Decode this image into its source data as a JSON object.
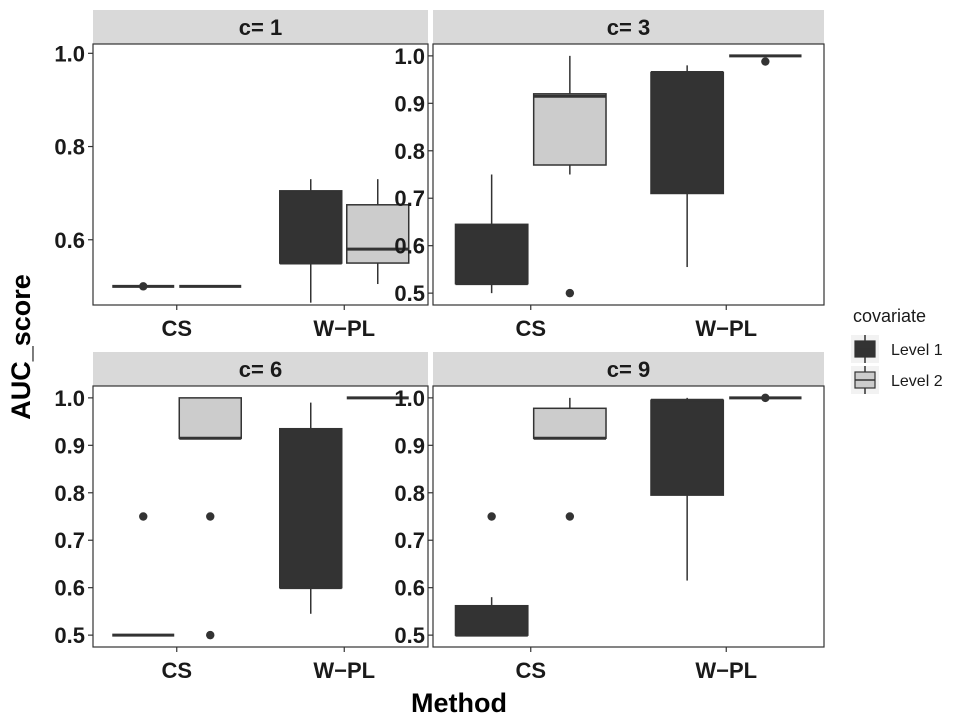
{
  "colors": {
    "level1_fill": "#333333",
    "level2_fill": "#cccccc",
    "strip_bg": "#d9d9d9",
    "line": "#333333",
    "panel_border": "#333333"
  },
  "chart_data": {
    "type": "boxplot",
    "xlabel": "Method",
    "ylabel": "AUC_score",
    "categories": [
      "CS",
      "W−PL"
    ],
    "legend": {
      "title": "covariate",
      "position": "right",
      "entries": [
        "Level 1",
        "Level 2"
      ]
    },
    "grid": false,
    "panels": [
      {
        "label": "c= 1",
        "ylim": [
          0.46,
          1.02
        ],
        "yticks": [
          "0.6",
          "0.8",
          "1.0"
        ],
        "ytick_values": [
          0.6,
          0.8,
          1.0
        ],
        "boxes": [
          {
            "category": "CS",
            "group": "Level 1",
            "lower_whisker": 0.5,
            "q1": 0.5,
            "median": 0.5,
            "q3": 0.5,
            "upper_whisker": 0.5,
            "outliers": [
              0.5
            ]
          },
          {
            "category": "CS",
            "group": "Level 2",
            "lower_whisker": 0.5,
            "q1": 0.5,
            "median": 0.5,
            "q3": 0.5,
            "upper_whisker": 0.5,
            "outliers": []
          },
          {
            "category": "W−PL",
            "group": "Level 1",
            "lower_whisker": 0.465,
            "q1": 0.55,
            "median": 0.55,
            "q3": 0.705,
            "upper_whisker": 0.73,
            "outliers": []
          },
          {
            "category": "W−PL",
            "group": "Level 2",
            "lower_whisker": 0.505,
            "q1": 0.55,
            "median": 0.58,
            "q3": 0.675,
            "upper_whisker": 0.73,
            "outliers": []
          }
        ]
      },
      {
        "label": "c= 3",
        "ylim": [
          0.475,
          1.025
        ],
        "yticks": [
          "0.5",
          "0.6",
          "0.7",
          "0.8",
          "0.9",
          "1.0"
        ],
        "ytick_values": [
          0.5,
          0.6,
          0.7,
          0.8,
          0.9,
          1.0
        ],
        "boxes": [
          {
            "category": "CS",
            "group": "Level 1",
            "lower_whisker": 0.5,
            "q1": 0.52,
            "median": 0.52,
            "q3": 0.645,
            "upper_whisker": 0.75,
            "outliers": []
          },
          {
            "category": "CS",
            "group": "Level 2",
            "lower_whisker": 0.75,
            "q1": 0.77,
            "median": 0.915,
            "q3": 0.92,
            "upper_whisker": 1.0,
            "outliers": [
              0.5
            ]
          },
          {
            "category": "W−PL",
            "group": "Level 1",
            "lower_whisker": 0.555,
            "q1": 0.71,
            "median": 0.965,
            "q3": 0.965,
            "upper_whisker": 0.98,
            "outliers": []
          },
          {
            "category": "W−PL",
            "group": "Level 2",
            "lower_whisker": 1.0,
            "q1": 1.0,
            "median": 1.0,
            "q3": 1.0,
            "upper_whisker": 1.0,
            "outliers": [
              0.988
            ]
          }
        ]
      },
      {
        "label": "c= 6",
        "ylim": [
          0.475,
          1.025
        ],
        "yticks": [
          "0.5",
          "0.6",
          "0.7",
          "0.8",
          "0.9",
          "1.0"
        ],
        "ytick_values": [
          0.5,
          0.6,
          0.7,
          0.8,
          0.9,
          1.0
        ],
        "boxes": [
          {
            "category": "CS",
            "group": "Level 1",
            "lower_whisker": 0.5,
            "q1": 0.5,
            "median": 0.5,
            "q3": 0.5,
            "upper_whisker": 0.5,
            "outliers": [
              0.75
            ]
          },
          {
            "category": "CS",
            "group": "Level 2",
            "lower_whisker": 0.915,
            "q1": 0.915,
            "median": 0.915,
            "q3": 1.0,
            "upper_whisker": 1.0,
            "outliers": [
              0.75,
              0.5
            ]
          },
          {
            "category": "W−PL",
            "group": "Level 1",
            "lower_whisker": 0.545,
            "q1": 0.6,
            "median": 0.6,
            "q3": 0.935,
            "upper_whisker": 0.99,
            "outliers": []
          },
          {
            "category": "W−PL",
            "group": "Level 2",
            "lower_whisker": 1.0,
            "q1": 1.0,
            "median": 1.0,
            "q3": 1.0,
            "upper_whisker": 1.0,
            "outliers": []
          }
        ]
      },
      {
        "label": "c= 9",
        "ylim": [
          0.475,
          1.025
        ],
        "yticks": [
          "0.5",
          "0.6",
          "0.7",
          "0.8",
          "0.9",
          "1.0"
        ],
        "ytick_values": [
          0.5,
          0.6,
          0.7,
          0.8,
          0.9,
          1.0
        ],
        "boxes": [
          {
            "category": "CS",
            "group": "Level 1",
            "lower_whisker": 0.5,
            "q1": 0.5,
            "median": 0.5,
            "q3": 0.562,
            "upper_whisker": 0.58,
            "outliers": [
              0.75
            ]
          },
          {
            "category": "CS",
            "group": "Level 2",
            "lower_whisker": 0.915,
            "q1": 0.915,
            "median": 0.915,
            "q3": 0.978,
            "upper_whisker": 1.0,
            "outliers": [
              0.75
            ]
          },
          {
            "category": "W−PL",
            "group": "Level 1",
            "lower_whisker": 0.615,
            "q1": 0.795,
            "median": 0.995,
            "q3": 0.995,
            "upper_whisker": 1.0,
            "outliers": []
          },
          {
            "category": "W−PL",
            "group": "Level 2",
            "lower_whisker": 1.0,
            "q1": 1.0,
            "median": 1.0,
            "q3": 1.0,
            "upper_whisker": 1.0,
            "outliers": [
              1.0
            ]
          }
        ]
      }
    ]
  }
}
